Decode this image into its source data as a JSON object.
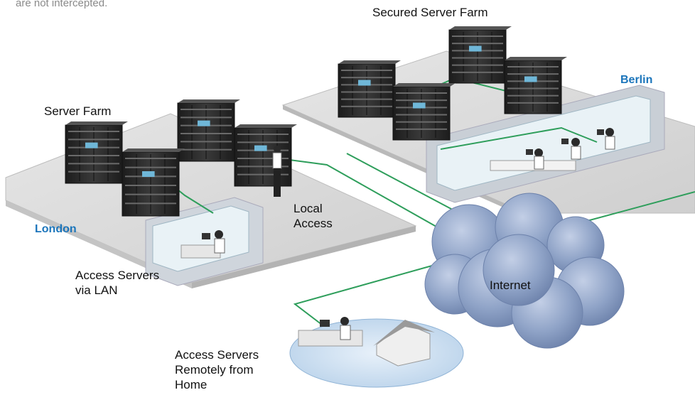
{
  "caption_fragment": "are not intercepted.",
  "labels": {
    "secured_server_farm": "Secured Server Farm",
    "server_farm": "Server Farm",
    "berlin": "Berlin",
    "london": "London",
    "local_access": "Local\nAccess",
    "access_lan": "Access Servers\nvia LAN",
    "internet": "Internet",
    "access_home": "Access Servers\nRemotely from\nHome"
  },
  "colors": {
    "link_green": "#2e9e5b",
    "city_blue": "#1b75bb",
    "platform_gray": "#d9d9d9",
    "cloud_blue": "#8fa3c7",
    "rack_dark": "#2b2b2b"
  }
}
